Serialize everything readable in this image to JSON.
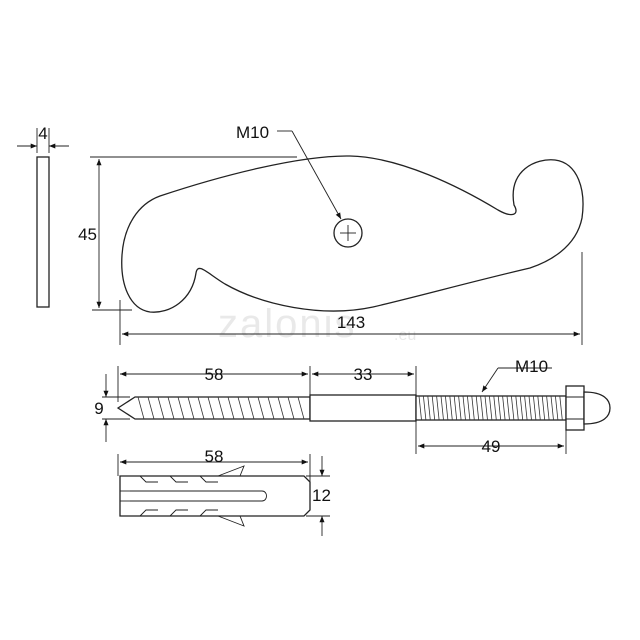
{
  "watermark": {
    "text": "zalonis",
    "suffix": ".eu"
  },
  "hook": {
    "hole_label": "M10",
    "thickness": "4",
    "height": "45",
    "length": "143"
  },
  "bolt": {
    "wood_thread_length": "58",
    "shank_length": "33",
    "thread_label": "M10",
    "diameter": "9",
    "metric_thread_length": "49"
  },
  "plug": {
    "length": "58",
    "diameter": "12"
  }
}
